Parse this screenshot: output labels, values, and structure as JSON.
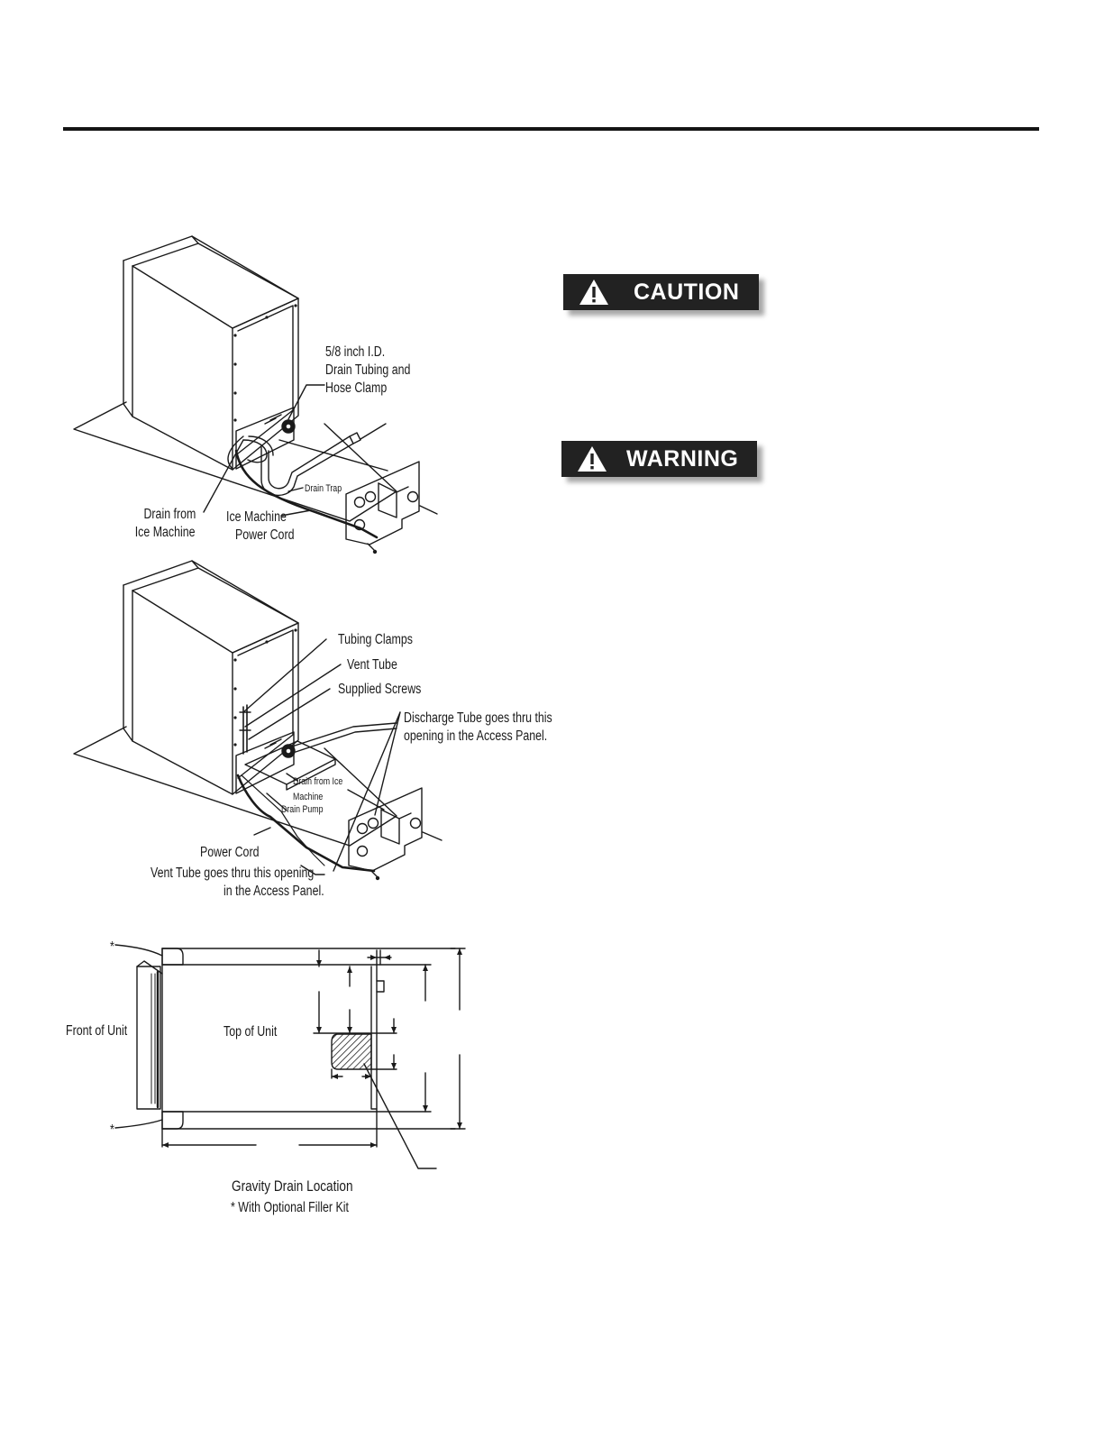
{
  "badges": {
    "caution": "CAUTION",
    "warning": "WARNING"
  },
  "figure1": {
    "drain_tubing": [
      "5/8 inch I.D.",
      "Drain Tubing and",
      "Hose Clamp"
    ],
    "drain_trap": "Drain Trap",
    "drain_from": [
      "Drain from",
      "Ice Machine"
    ],
    "power_cord": [
      "Ice Machine",
      "Power Cord"
    ]
  },
  "figure2": {
    "tubing_clamps": "Tubing Clamps",
    "vent_tube": "Vent Tube",
    "supplied_screws": "Supplied Screws",
    "discharge": [
      "Discharge Tube goes thru this",
      "opening in the Access Panel."
    ],
    "drain_from": [
      "Drain from Ice",
      "Machine"
    ],
    "drain_pump": "Drain Pump",
    "power_cord": "Power Cord",
    "vent_opening": [
      "Vent Tube goes thru this opening",
      "in the Access Panel."
    ]
  },
  "figure3": {
    "front": "Front of Unit",
    "top": "Top of Unit",
    "caption": "Gravity Drain Location",
    "footnote": "* With Optional Filler Kit"
  },
  "colors": {
    "ink": "#1a1a1a",
    "badge_bg": "#222222"
  }
}
